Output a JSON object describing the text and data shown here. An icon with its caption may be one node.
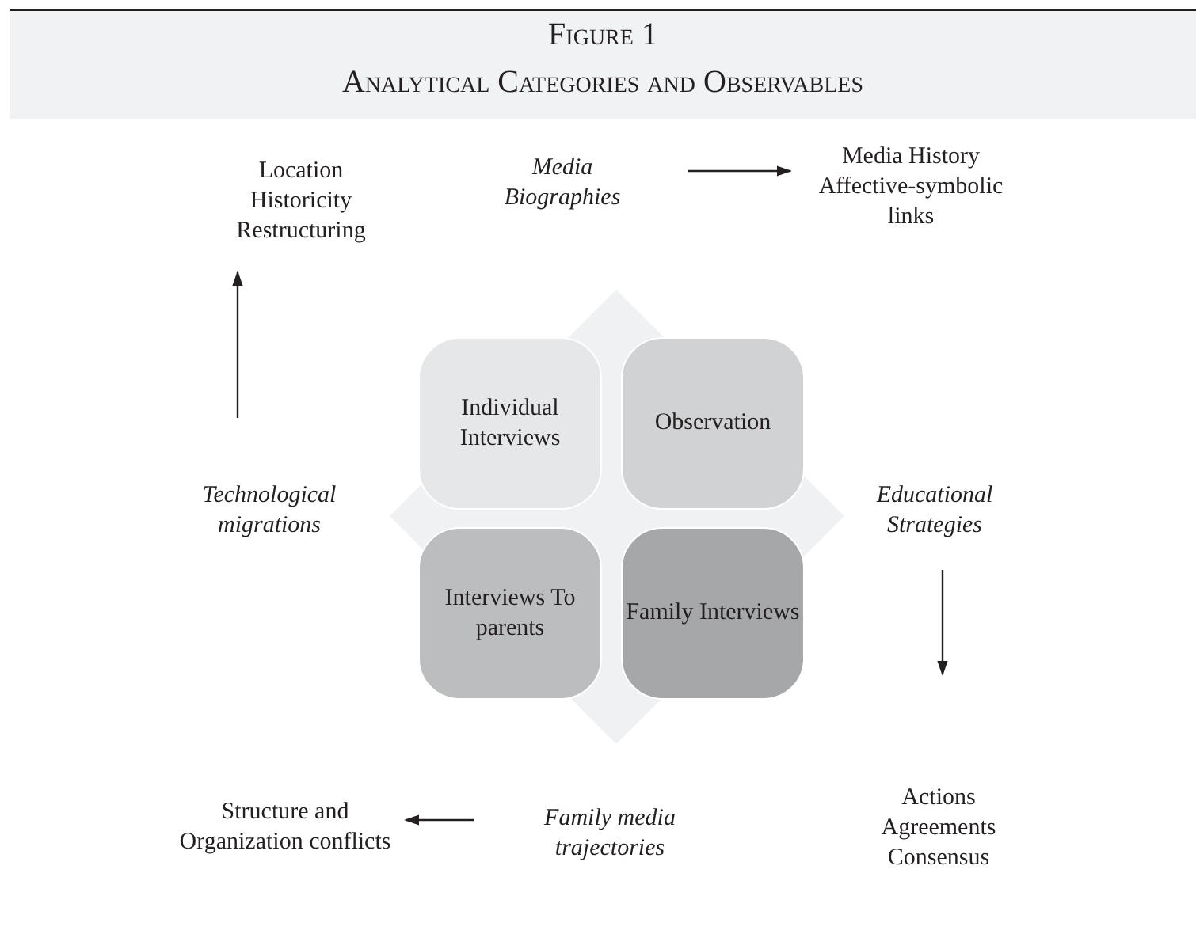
{
  "diagram": {
    "title": "Figure 1",
    "caption": "Analytical Categories and Observables",
    "nodes": [
      {
        "text": [
          "Location Historicity Restructuring"
        ]
      },
      {
        "text": [
          "Media Biographies"
        ]
      },
      {
        "text": [
          "Media History Affective-symbolic links"
        ]
      },
      {
        "text": [
          "Technological migrations"
        ]
      },
      {
        "text": [
          "Educational Strategies"
        ]
      },
      {
        "text": [
          "Actions Agreements Consensus"
        ]
      },
      {
        "text": [
          "Structure and Organization conflicts"
        ]
      },
      {
        "text": [
          "Family media trajectories"
        ]
      },
      {
        "text": [
          "Individual Interviews"
        ]
      },
      {
        "text": [
          "Observation"
        ]
      },
      {
        "text": [
          "Interviews To parents"
        ]
      },
      {
        "text": [
          "Family Interviews"
        ]
      }
    ],
    "edges": [
      {
        "from": 1,
        "to": 2,
        "arrow": "to"
      },
      {
        "from": 3,
        "to": 0,
        "arrow": "to"
      },
      {
        "from": 4,
        "to": 5,
        "arrow": "to"
      },
      {
        "from": 7,
        "to": 6,
        "arrow": "to"
      }
    ]
  }
}
